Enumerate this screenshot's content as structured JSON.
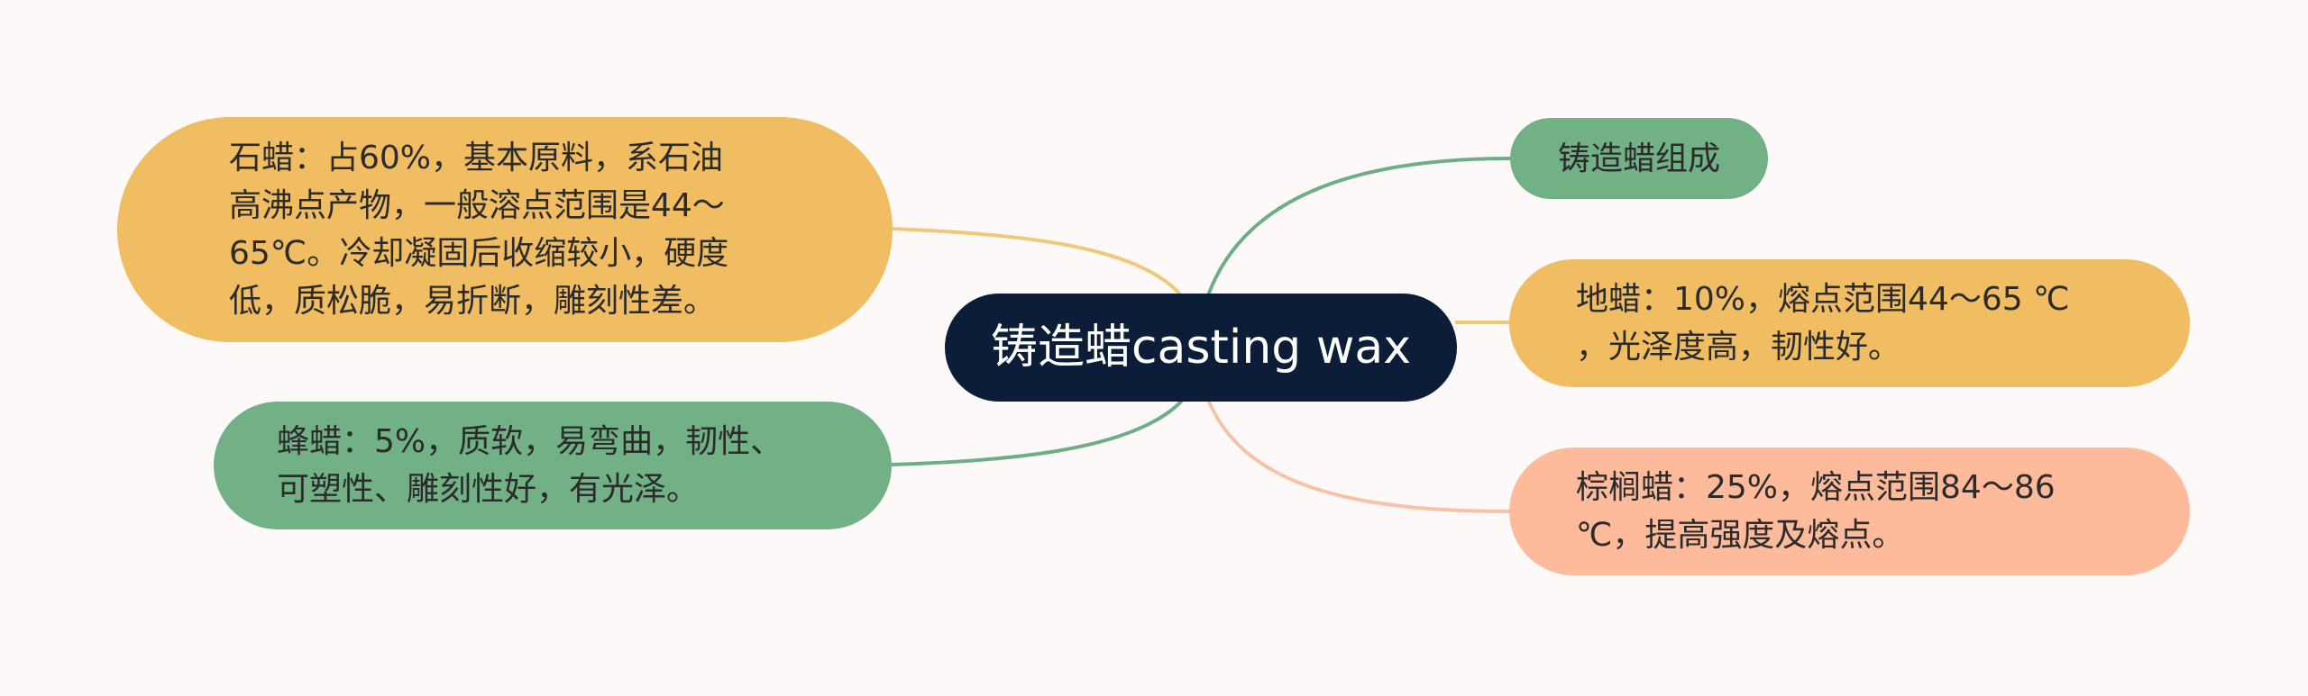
{
  "mindmap": {
    "root": {
      "label": "铸造蜡casting wax"
    },
    "nodes": {
      "shila": "石蜡：占60%，基本原料，系石油\n高沸点产物，一般溶点范围是44～\n65℃。冷却凝固后收缩较小，硬度\n低，质松脆，易折断，雕刻性差。",
      "fengla": "蜂蜡：5%，质软，易弯曲，韧性、\n可塑性、雕刻性好，有光泽。",
      "zucheng": "铸造蜡组成",
      "dila": "地蜡：10%，熔点范围44～65 ℃\n，光泽度高，韧性好。",
      "zonglvla": "棕榈蜡：25%，熔点范围84～86\n℃，提高强度及熔点。"
    },
    "colors": {
      "root": "#0c1e37",
      "yellow": "#f0bd63",
      "green": "#72b086",
      "salmon": "#fdbb9c",
      "link_yellow": "#f0c878",
      "link_green": "#6fae85",
      "link_salmon": "#f6c2a8"
    }
  }
}
